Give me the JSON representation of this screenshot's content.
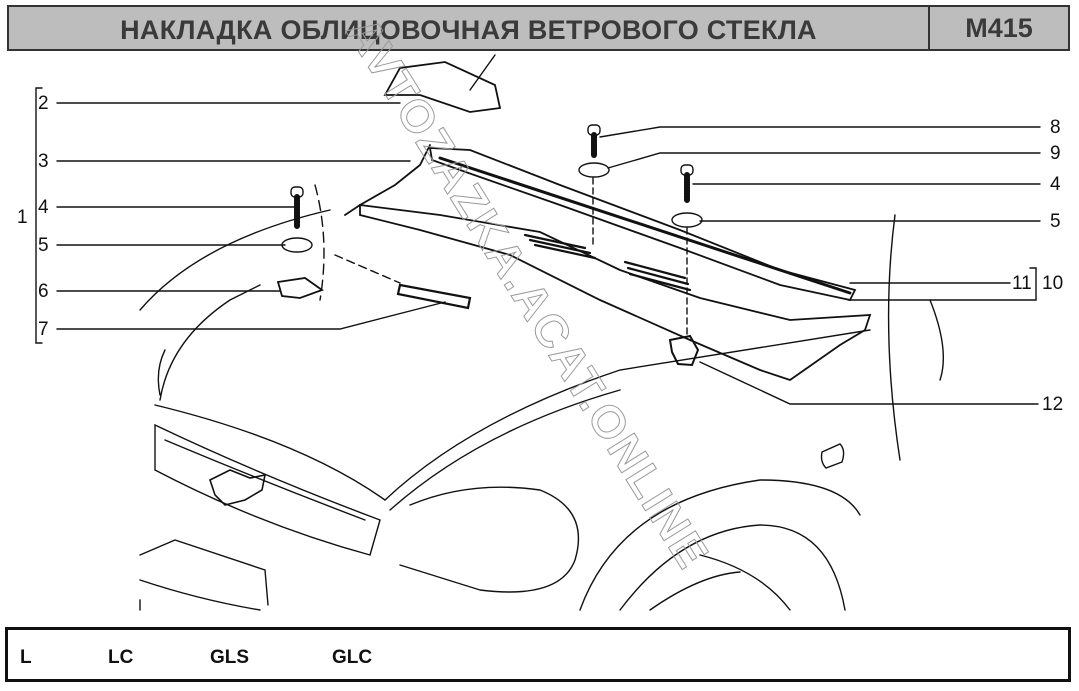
{
  "header": {
    "title": "НАКЛАДКА ОБЛИЦОВОЧНАЯ ВЕТРОВОГО СТЕКЛА",
    "code": "M415"
  },
  "callouts": {
    "left": {
      "group": "1",
      "items": [
        "2",
        "3",
        "4",
        "5",
        "6",
        "7"
      ]
    },
    "right": {
      "items": [
        "8",
        "9",
        "4",
        "5"
      ],
      "sub": "11",
      "group": "10",
      "last": "12"
    }
  },
  "footer": {
    "variants": [
      "L",
      "LC",
      "GLS",
      "GLC"
    ]
  },
  "watermark": "AVTOZAZKA.ACAT.ONLINE",
  "colors": {
    "header_bg": "#bdbdbd",
    "line": "#111111"
  }
}
